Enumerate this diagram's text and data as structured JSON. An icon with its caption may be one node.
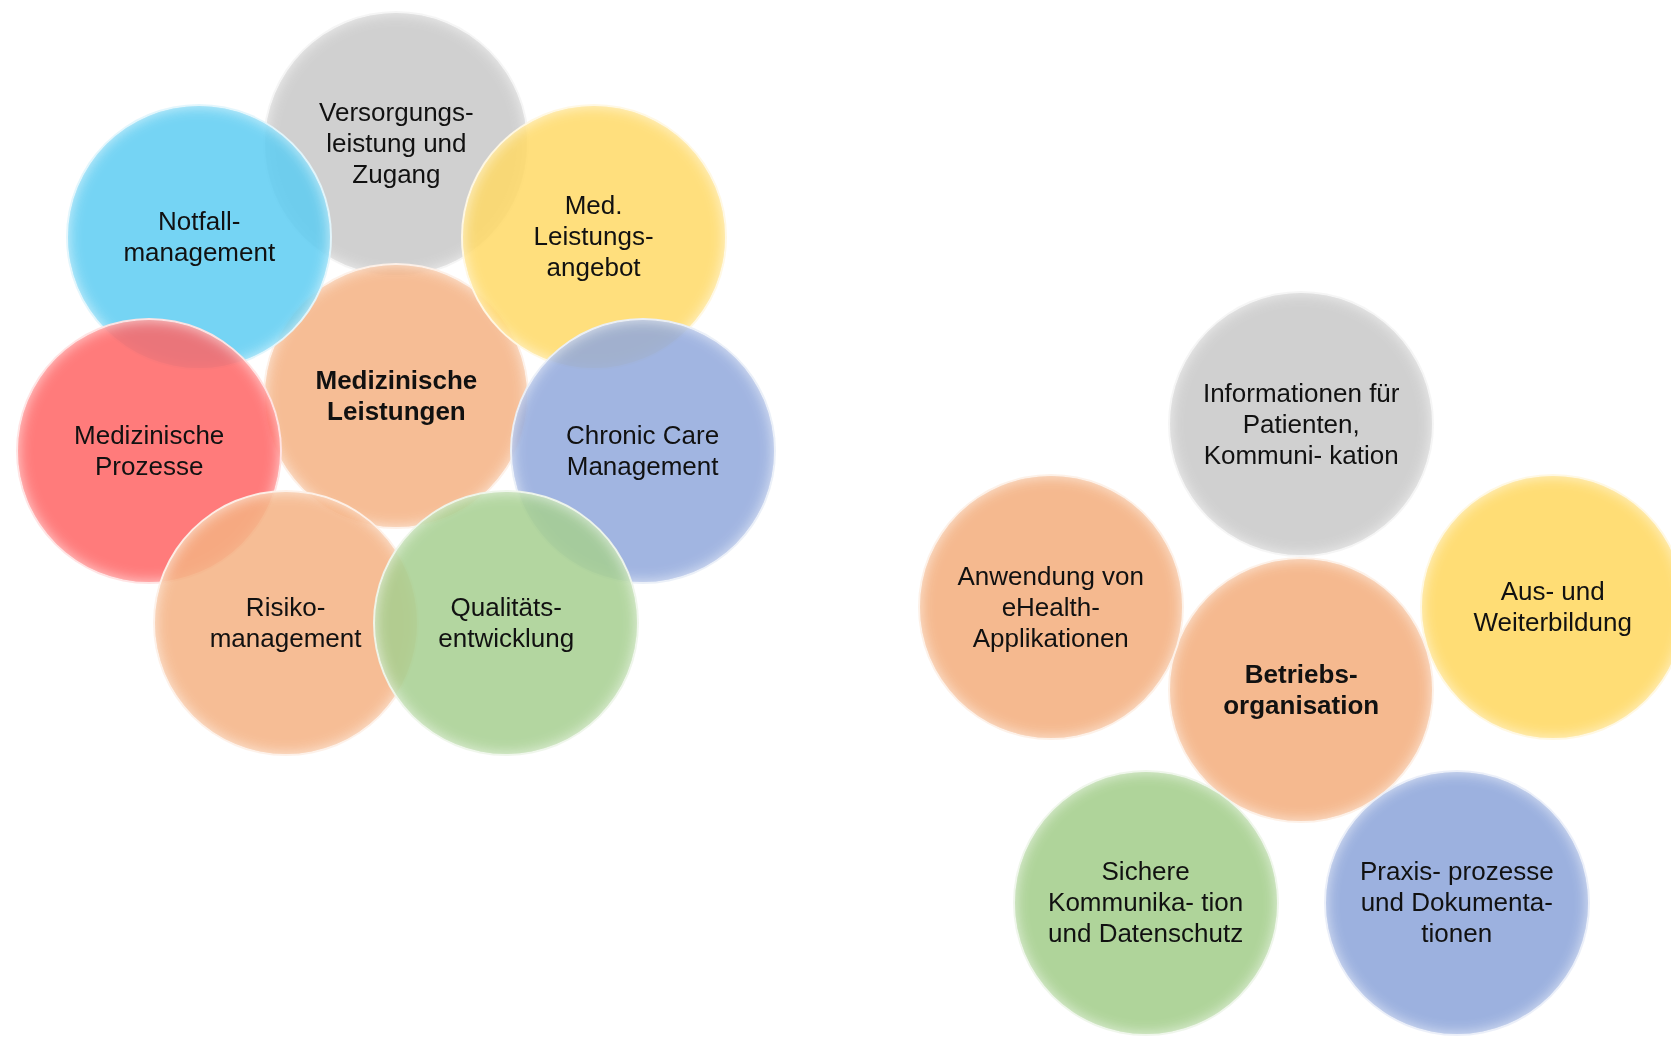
{
  "diagram": {
    "nodes": [
      {
        "text": [
          "Versorgungs- leistung und Zugang"
        ]
      },
      {
        "text": [
          "Notfall- management"
        ]
      },
      {
        "text": [
          "Med. Leistungs- angebot"
        ]
      },
      {
        "text": [
          "Medizinische Leistungen"
        ]
      },
      {
        "text": [
          "Medizinische Prozesse"
        ]
      },
      {
        "text": [
          "Chronic Care Management"
        ]
      },
      {
        "text": [
          "Risiko- management"
        ]
      },
      {
        "text": [
          "Qualitäts- entwicklung"
        ]
      },
      {
        "text": [
          "Informationen für Patienten, Kommuni- kation"
        ]
      },
      {
        "text": [
          "Anwendung von eHealth- Applikationen"
        ]
      },
      {
        "text": [
          "Aus- und Weiterbildung"
        ]
      },
      {
        "text": [
          "Betriebs- organisation"
        ]
      },
      {
        "text": [
          "Sichere Kommunika- tion und Datenschutz"
        ]
      },
      {
        "text": [
          "Praxis- prozesse und Dokumenta- tionen"
        ]
      }
    ],
    "edges": []
  }
}
